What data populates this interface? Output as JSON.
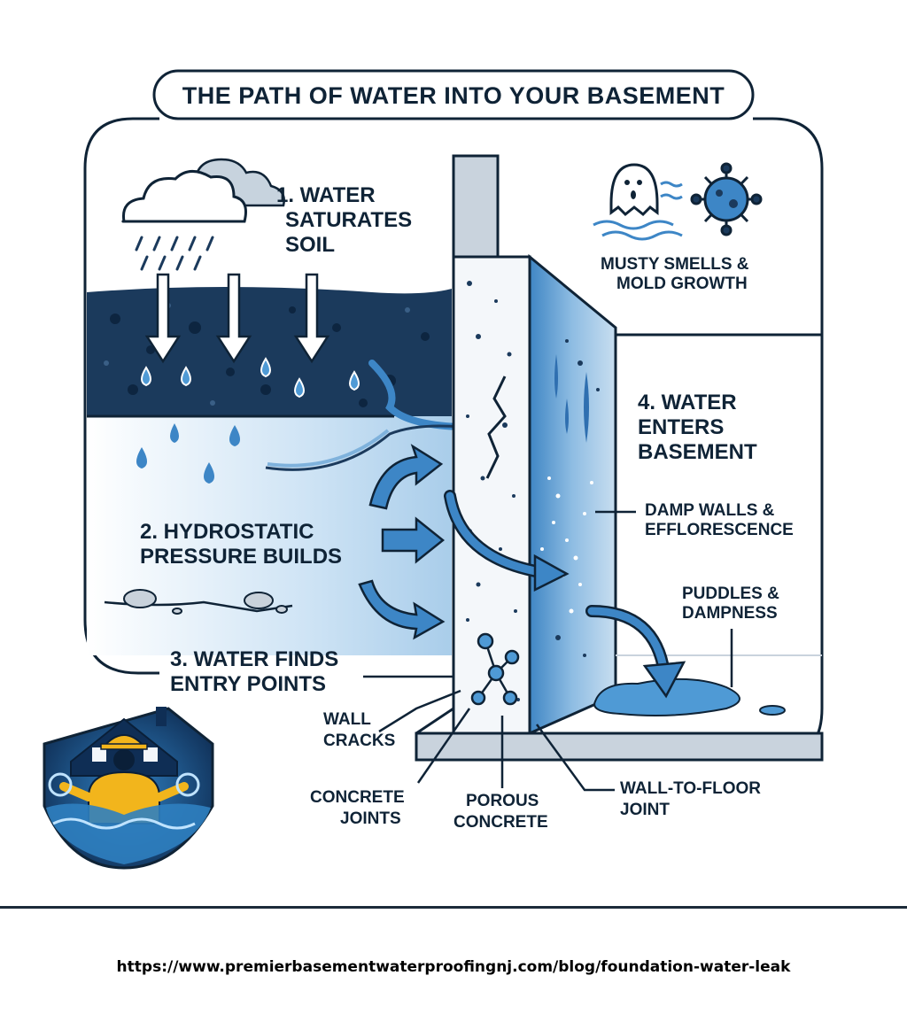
{
  "title": "THE PATH OF WATER INTO YOUR BASEMENT",
  "steps": {
    "step1": [
      "1. WATER",
      "SATURATES",
      "SOIL"
    ],
    "step2": [
      "2. HYDROSTATIC",
      "PRESSURE BUILDS"
    ],
    "step3": [
      "3. WATER FINDS",
      "ENTRY POINTS"
    ],
    "step4": [
      "4. WATER",
      "ENTERS",
      "BASEMENT"
    ]
  },
  "effects": {
    "musty": [
      "MUSTY SMELLS &",
      "MOLD GROWTH"
    ],
    "damp": [
      "DAMP WALLS &",
      "EFFLORESCENCE"
    ],
    "puddles": [
      "PUDDLES &",
      "DAMPNESS"
    ]
  },
  "entry_points": {
    "wall_cracks": [
      "WALL",
      "CRACKS"
    ],
    "concrete_joints": [
      "CONCRETE",
      "JOINTS"
    ],
    "porous_concrete": [
      "POROUS",
      "CONCRETE"
    ],
    "wall_floor_joint": [
      "WALL-TO-FLOOR",
      "JOINT"
    ]
  },
  "footer_url": "https://www.premierbasementwaterproofingnj.com/blog/foundation-water-leak",
  "colors": {
    "navy": "#1b3a5c",
    "ink": "#0f2336",
    "water_blue": "#3d86c6",
    "light_blue": "#d6e8f6",
    "wall_grey": "#c9d3dd",
    "logo_yellow": "#f2b51c"
  },
  "icons": [
    "cloud-icon",
    "ghost-icon",
    "mold-spore-icon",
    "worker-logo-icon"
  ]
}
